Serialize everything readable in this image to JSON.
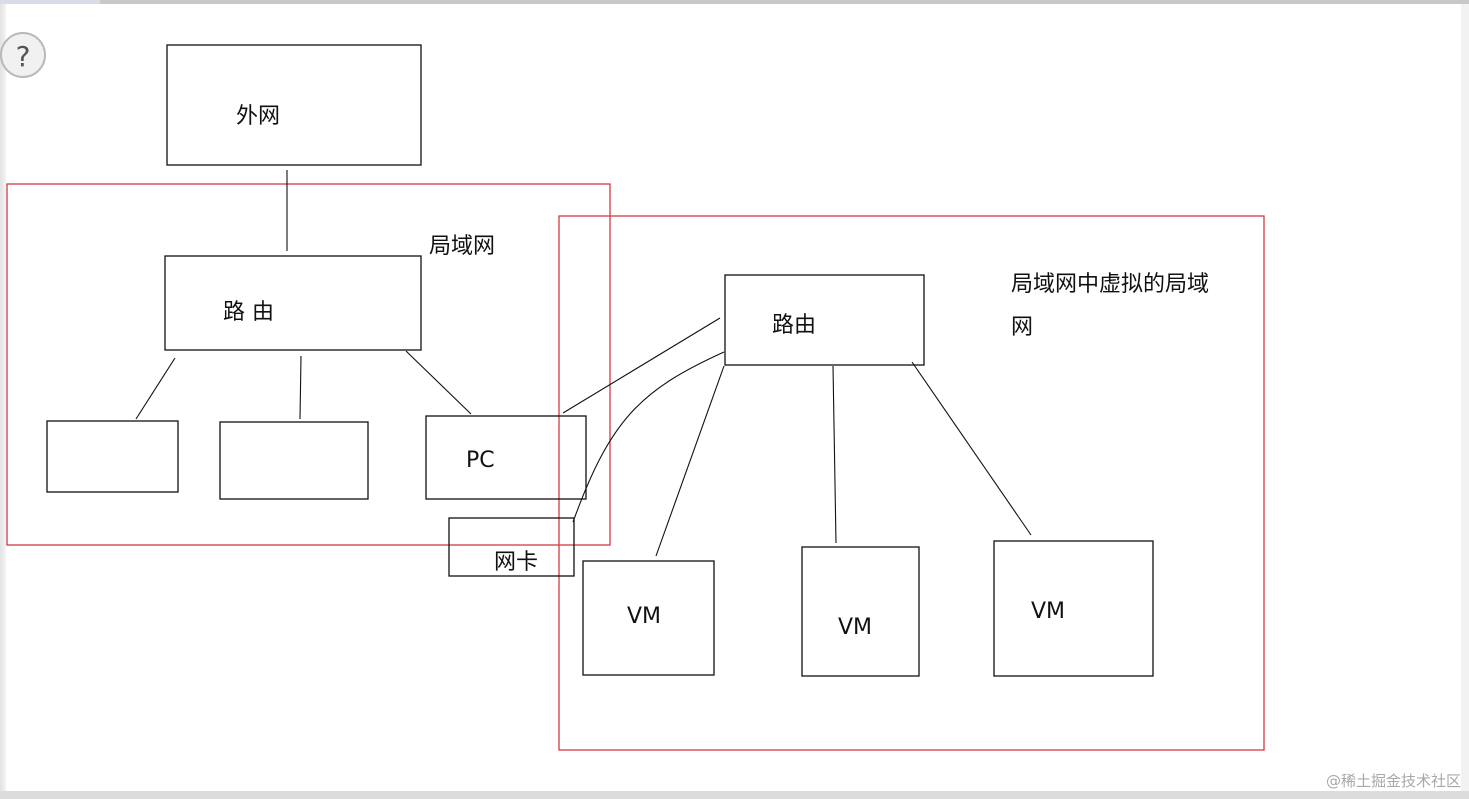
{
  "help": {
    "label": "?"
  },
  "nodes": {
    "internet": "外网",
    "lan_router": "路 由",
    "pc": "PC",
    "nic": "网卡",
    "virtual_router": "路由",
    "vm1": "VM",
    "vm2": "VM",
    "vm3": "VM"
  },
  "regions": {
    "lan_label": "局域网",
    "virtual_lan_label_line1": "局域网中虚拟的局域",
    "virtual_lan_label_line2": "网"
  },
  "colors": {
    "region_border": "#d23a44",
    "box_border": "#111111"
  },
  "watermark": "@稀土掘金技术社区"
}
